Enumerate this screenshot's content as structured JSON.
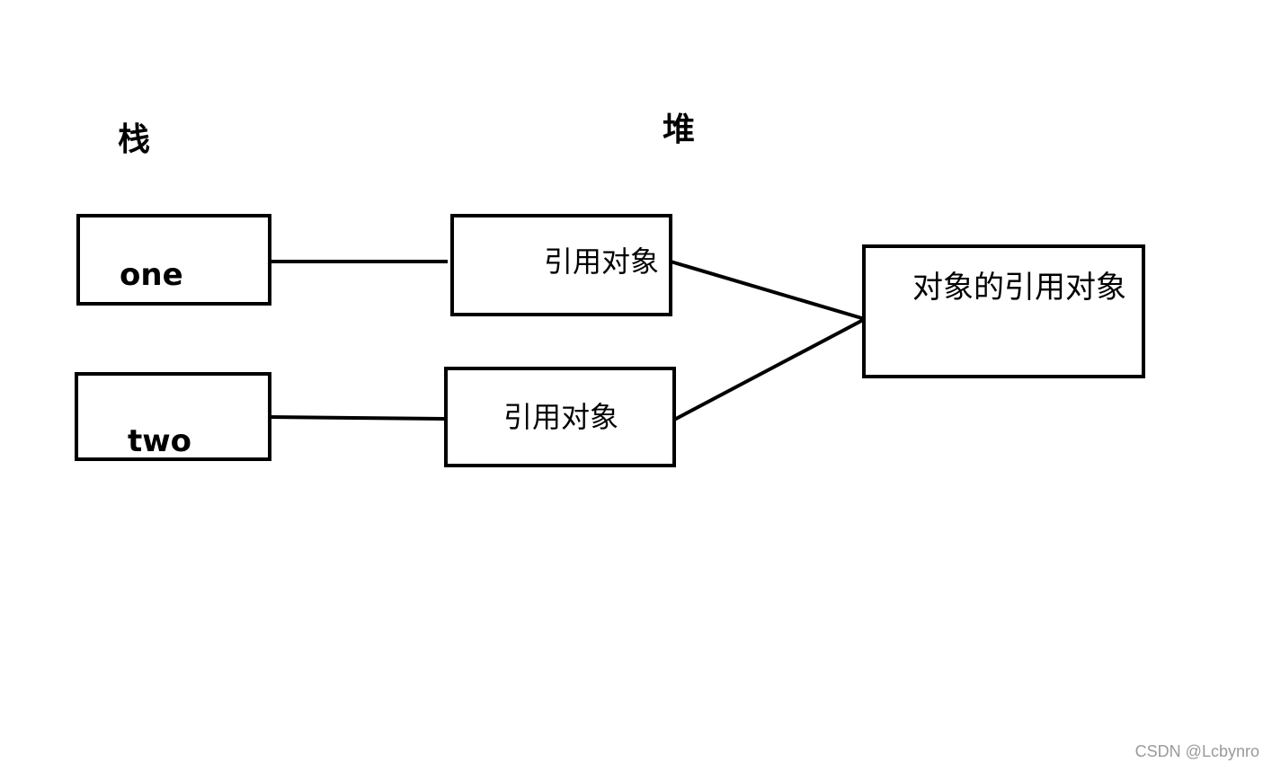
{
  "headings": {
    "stack": "栈",
    "heap": "堆"
  },
  "stack_vars": {
    "one": "one",
    "two": "two"
  },
  "heap_refs": {
    "ref_top": "引用对象",
    "ref_bottom": "引用对象"
  },
  "heap_target": {
    "label": "对象的引用对象"
  },
  "watermark": "CSDN @Lcbynro"
}
